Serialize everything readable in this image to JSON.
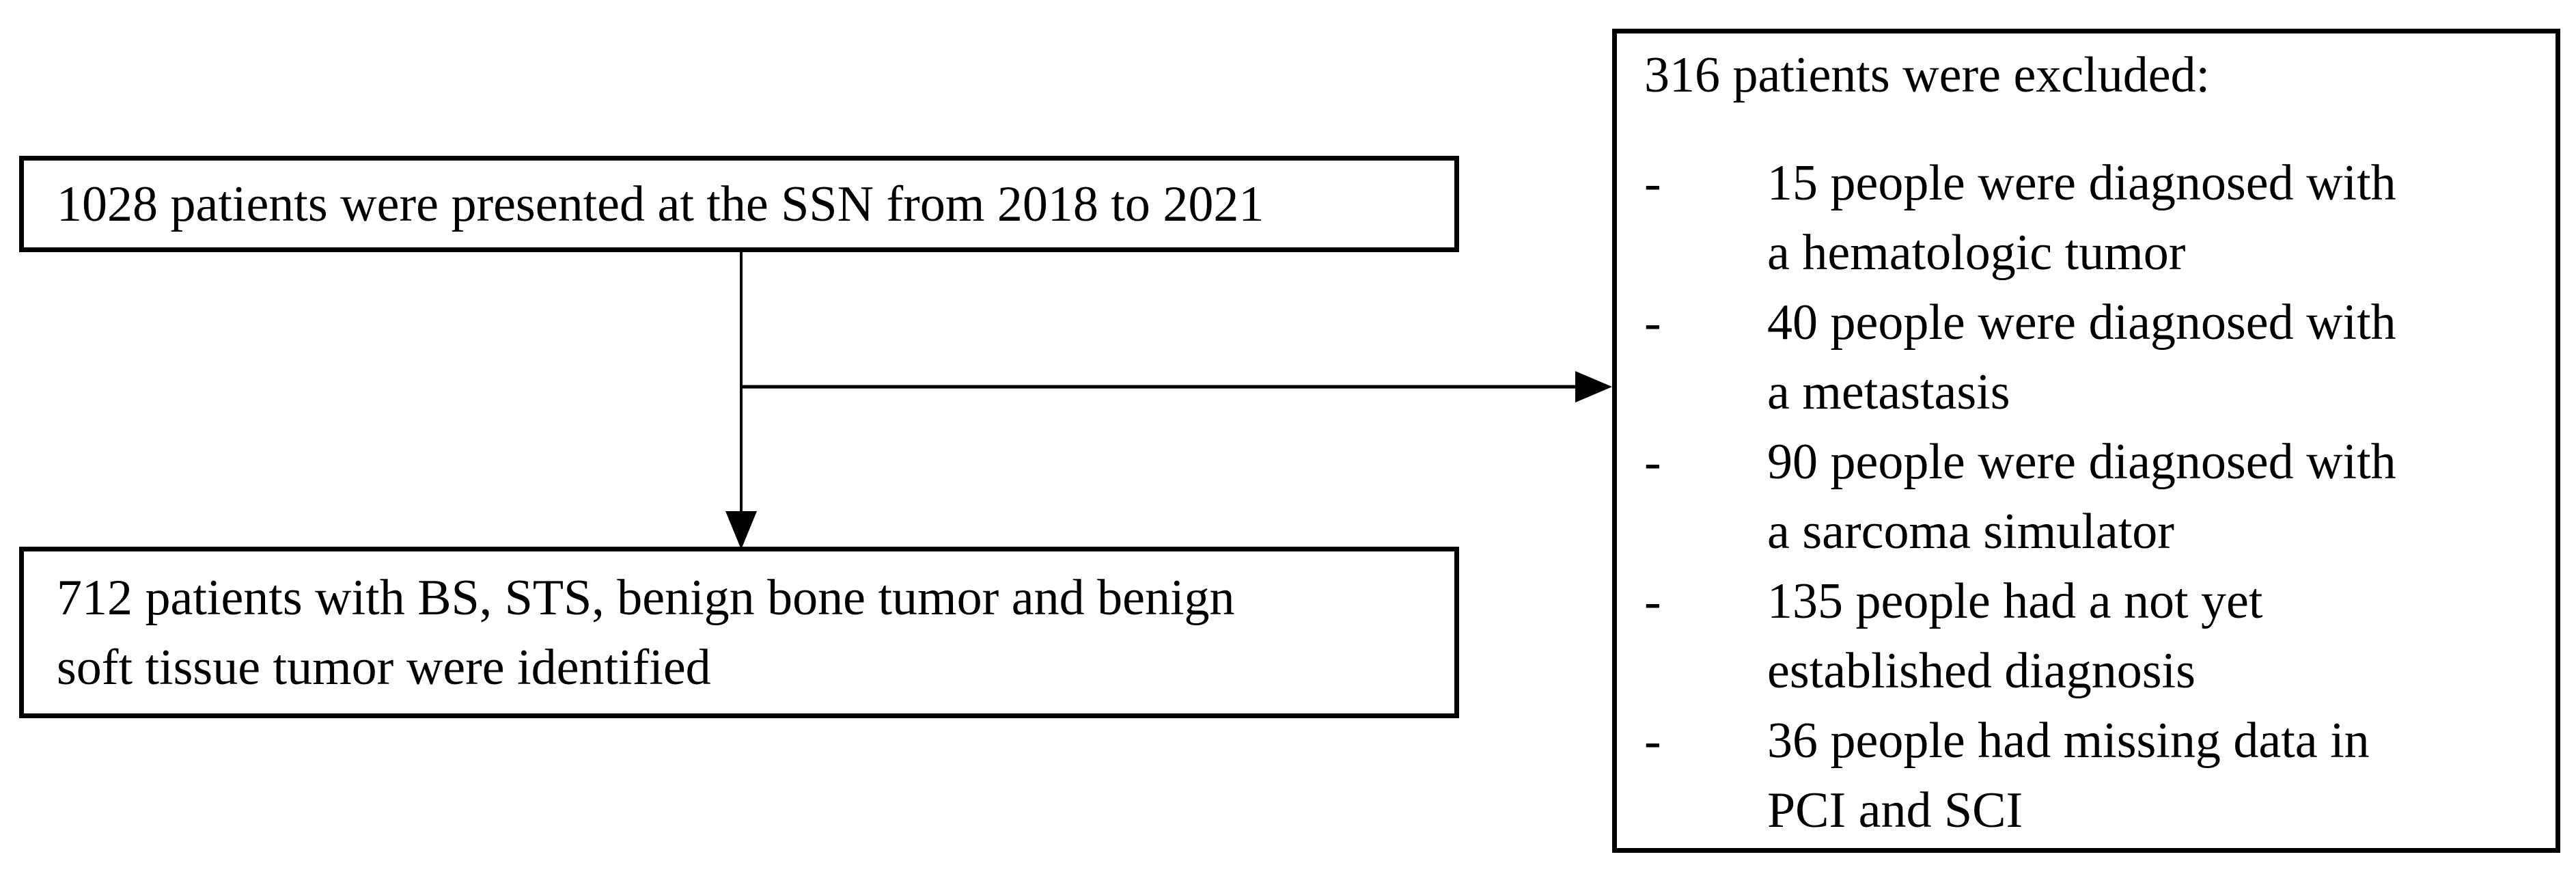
{
  "figure": {
    "colors": {
      "ink": "#000000",
      "background": "#ffffff"
    },
    "boxes": {
      "presented": {
        "lines": [
          "1028 patients were presented at the SSN from 2018 to 2021"
        ]
      },
      "identified": {
        "lines": [
          "712 patients with BS, STS, benign bone tumor and benign",
          "soft tissue tumor were identified"
        ]
      },
      "excluded": {
        "title": "316 patients were excluded:",
        "bullet": "-",
        "items": [
          {
            "lines": [
              "15 people were diagnosed with",
              "a hematologic tumor"
            ]
          },
          {
            "lines": [
              "40 people were diagnosed with",
              "a metastasis"
            ]
          },
          {
            "lines": [
              "90 people were diagnosed with",
              "a sarcoma simulator"
            ]
          },
          {
            "lines": [
              "135 people had a not yet",
              "established diagnosis"
            ]
          },
          {
            "lines": [
              "36 people had missing data in",
              "PCI and SCI"
            ]
          }
        ]
      }
    }
  }
}
